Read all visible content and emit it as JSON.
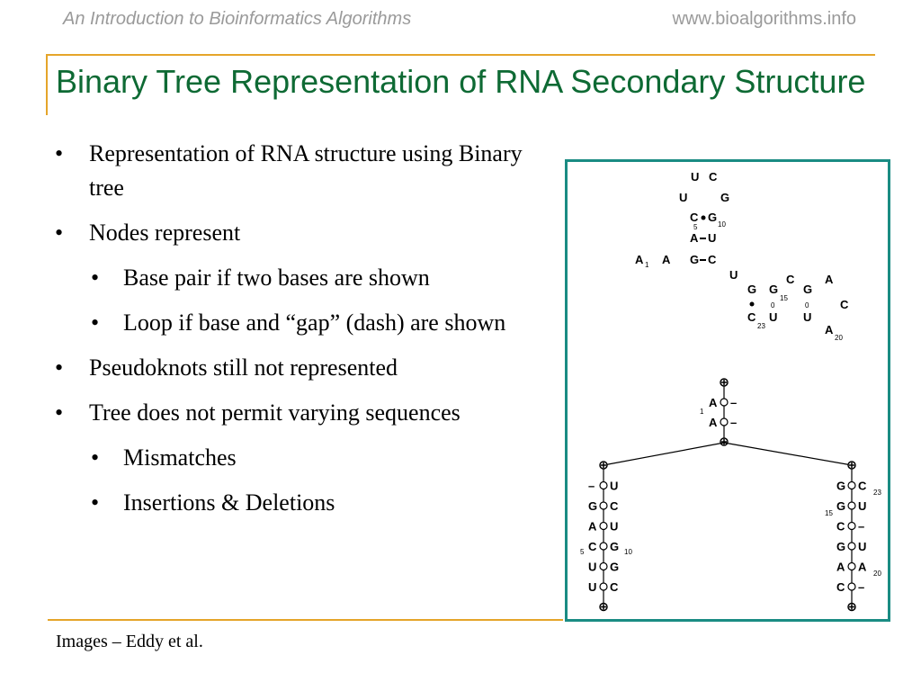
{
  "header": {
    "left": "An Introduction to Bioinformatics Algorithms",
    "right": "www.bioalgorithms.info"
  },
  "slide": {
    "title": "Binary Tree Representation of RNA Secondary Structure",
    "bullets": [
      "Representation of  RNA structure using Binary tree",
      "Nodes represent",
      "Base pair if two bases are shown",
      "Loop if base and “gap” (dash) are shown",
      "Pseudoknots still not represented",
      "Tree does not permit varying sequences",
      "Mismatches",
      "Insertions & Deletions"
    ],
    "bullet_char": "•",
    "footer": "Images – Eddy et al."
  },
  "figure": {
    "structure": {
      "u1": "U",
      "c1": "C",
      "u2": "U",
      "g1": "G",
      "c5": "C",
      "g10": "G",
      "a1": "A",
      "u3": "U",
      "a_left": "A",
      "a2": "A",
      "g2": "G",
      "c2": "C",
      "u4": "U",
      "c3": "C",
      "a3": "A",
      "g3": "G",
      "g15": "G",
      "g4": "G",
      "c4": "C",
      "o1": "0",
      "o2": "0",
      "c23": "C",
      "u5": "U",
      "u6": "U",
      "a20": "A",
      "n1": "1",
      "n5": "5",
      "n10": "10",
      "n15": "15",
      "n23": "23",
      "n20": "20"
    },
    "tree": {
      "root_rows": [
        [
          "A",
          "–"
        ],
        [
          "A",
          "–"
        ]
      ],
      "root_num": "1",
      "left_rows": [
        [
          "–",
          "U"
        ],
        [
          "G",
          "C"
        ],
        [
          "A",
          "U"
        ],
        [
          "C",
          "G"
        ],
        [
          "U",
          "G"
        ],
        [
          "U",
          "C"
        ]
      ],
      "left_nums": [
        "5",
        "10"
      ],
      "right_rows": [
        [
          "G",
          "C"
        ],
        [
          "G",
          "U"
        ],
        [
          "C",
          "–"
        ],
        [
          "G",
          "U"
        ],
        [
          "A",
          "A"
        ],
        [
          "C",
          "–"
        ]
      ],
      "right_nums": [
        "23",
        "15",
        "20"
      ]
    }
  }
}
